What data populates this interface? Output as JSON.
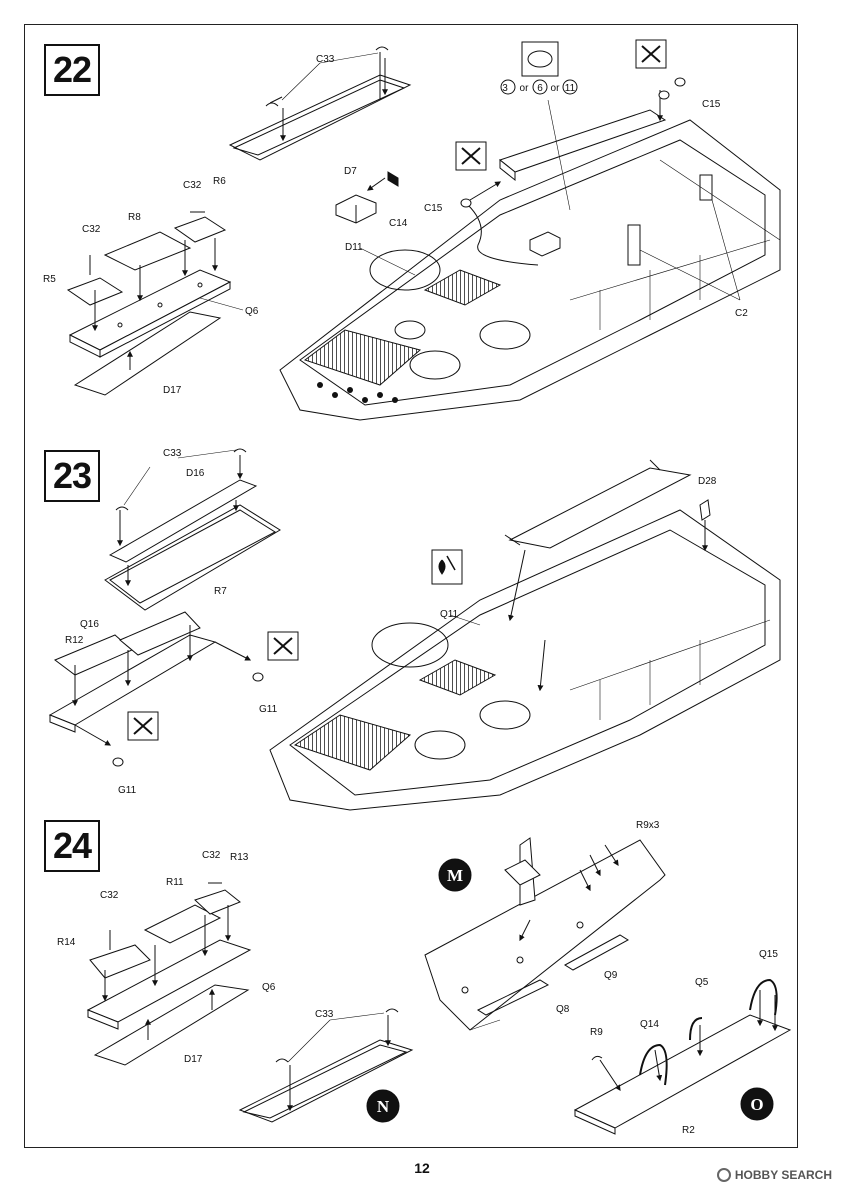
{
  "steps": [
    {
      "number": "22"
    },
    {
      "number": "23"
    },
    {
      "number": "24"
    }
  ],
  "step22": {
    "labels": {
      "c33": "C33",
      "c32a": "C32",
      "r6": "R6",
      "r8": "R8",
      "c32b": "C32",
      "r5": "R5",
      "q6": "Q6",
      "d17": "D17",
      "d7": "D7",
      "c14": "C14",
      "c15a": "C15",
      "d11": "D11",
      "c15b": "C15",
      "c2": "C2"
    },
    "option_note": {
      "a": "3",
      "or1": "or",
      "b": "6",
      "or2": "or",
      "c": "11"
    }
  },
  "step23": {
    "labels": {
      "c33": "C33",
      "d16": "D16",
      "q16": "Q16",
      "r7": "R7",
      "r12": "R12",
      "g11a": "G11",
      "g11b": "G11",
      "q11": "Q11",
      "d28": "D28"
    }
  },
  "step24": {
    "labels": {
      "c32a": "C32",
      "r13": "R13",
      "r11": "R11",
      "c32b": "C32",
      "r14": "R14",
      "q6": "Q6",
      "d17": "D17",
      "c33": "C33",
      "r9x3": "R9x3",
      "q9": "Q9",
      "q8": "Q8",
      "q15": "Q15",
      "q5": "Q5",
      "r9": "R9",
      "q14": "Q14",
      "r2": "R2"
    },
    "markers": {
      "m": "M",
      "n": "N",
      "o": "O"
    }
  },
  "page_number": "12",
  "watermark": "HOBBY SEARCH"
}
